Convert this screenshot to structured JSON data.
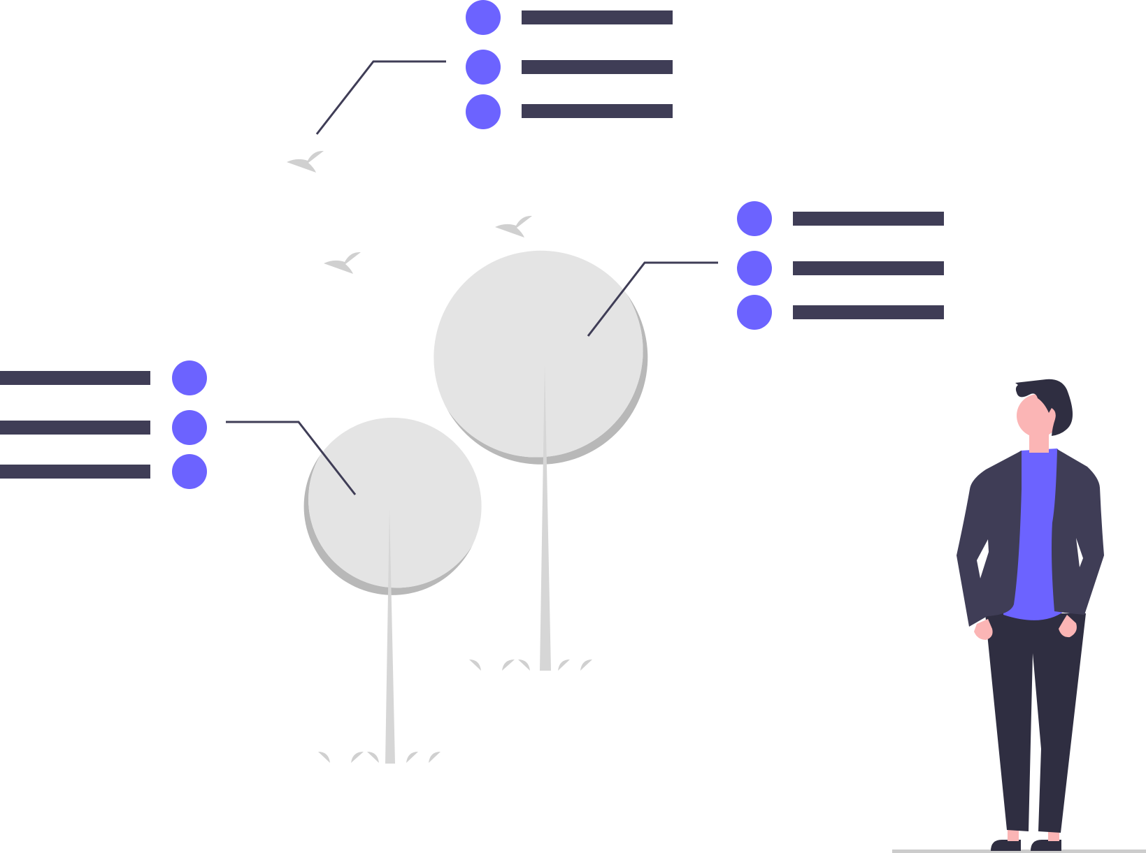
{
  "illustration": {
    "colors": {
      "accent": "#6c63ff",
      "bar": "#3f3d56",
      "tree_light": "#e4e4e4",
      "tree_shadow": "#b8b8b8",
      "decor": "#d0d0d0",
      "skin": "#fbb5b5",
      "dark": "#2f2e41",
      "ground": "#cccccc"
    },
    "callouts": [
      {
        "name": "callout-top",
        "items": 3
      },
      {
        "name": "callout-right",
        "items": 3
      },
      {
        "name": "callout-left",
        "items": 3
      }
    ],
    "elements": {
      "trees": 2,
      "birds": 3,
      "person": "standing-person"
    }
  }
}
